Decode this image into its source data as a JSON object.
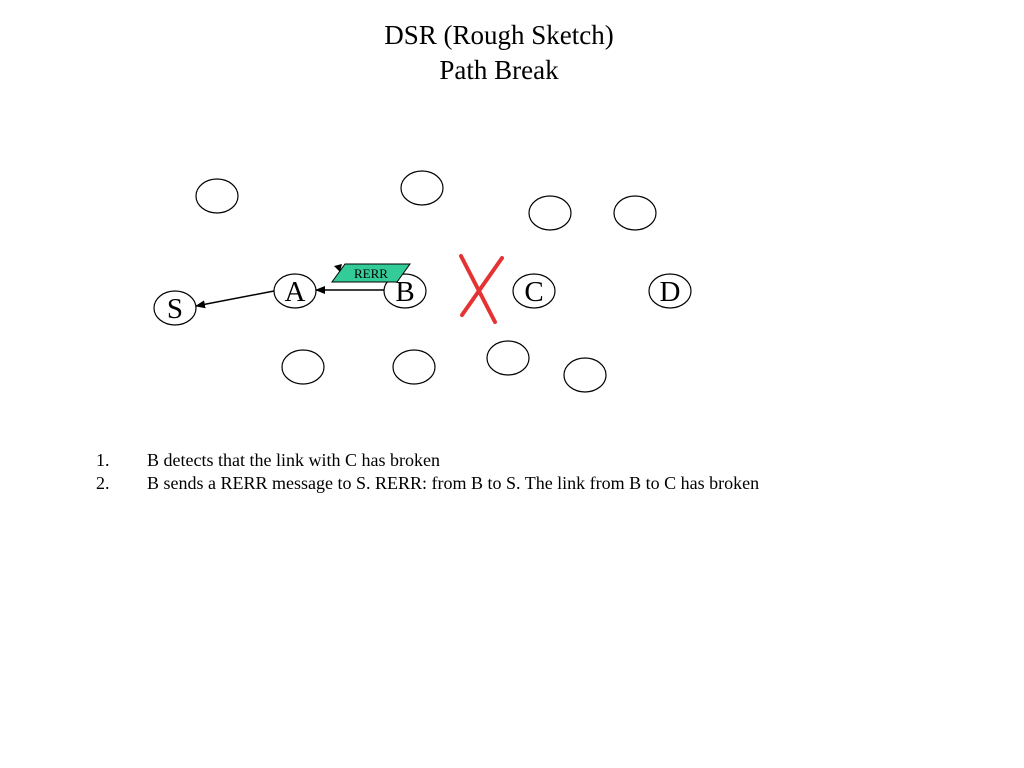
{
  "title": {
    "line1": "DSR (Rough Sketch)",
    "line2": "Path Break"
  },
  "nodes": {
    "s": "S",
    "a": "A",
    "b": "B",
    "c": "C",
    "d": "D"
  },
  "message": {
    "label": "RERR",
    "fill_color": "#33cc99"
  },
  "link_break": {
    "color": "#e53333"
  },
  "steps": [
    {
      "number": "1.",
      "text": "B detects that the link with C has broken"
    },
    {
      "number": "2.",
      "text": "B sends a RERR message to S. RERR: from B to S. The link from B to C has broken"
    }
  ]
}
